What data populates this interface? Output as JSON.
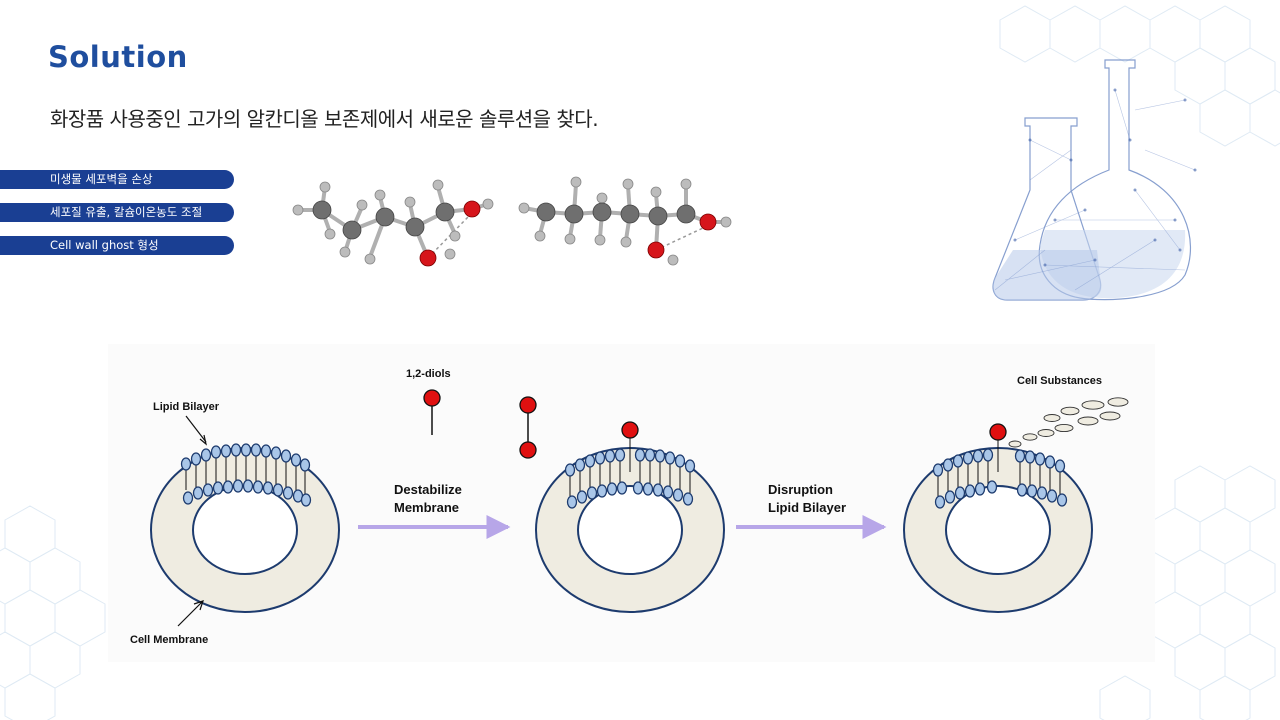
{
  "title": "Solution",
  "subtitle": "화장품 사용중인 고가의 알칸디올 보존제에서 새로운 솔루션을 찾다.",
  "features": [
    {
      "label": "미생물 세포벽을 손상"
    },
    {
      "label": "세포질 유출, 칼슘이온농도 조절"
    },
    {
      "label": "Cell wall  ghost 형성"
    }
  ],
  "diagram": {
    "lipid_bilayer": "Lipid Bilayer",
    "cell_membrane": "Cell Membrane",
    "diols": "1,2-diols",
    "step1_line1": "Destabilize",
    "step1_line2": "Membrane",
    "step2_line1": "Disruption",
    "step2_line2": "Lipid Bilayer",
    "cell_substances": "Cell Substances"
  },
  "colors": {
    "title": "#1f4e9e",
    "pill": "#1a3f93",
    "arrow": "#b7a6e8",
    "cell_wall": "#efece1",
    "membrane_outline": "#1d3b6e",
    "lipid_head": "#a9c6e8",
    "diol_head": "#e01010"
  }
}
